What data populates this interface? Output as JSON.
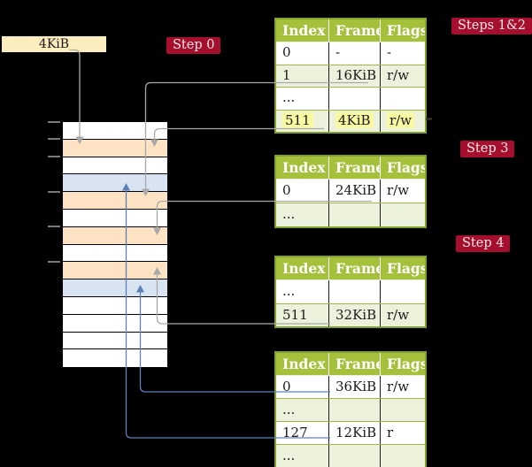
{
  "root_pointer_box": {
    "label": "4KiB"
  },
  "step_labels": {
    "step0": {
      "text": "Step 0"
    },
    "steps12": {
      "text": "Steps 1&2"
    },
    "step3": {
      "text": "Step 3"
    },
    "step4": {
      "text": "Step 4"
    }
  },
  "page_tables": [
    {
      "name": "page-table-steps-1-2",
      "headers": [
        "Index",
        "Frame",
        "Flags"
      ],
      "rows": [
        {
          "cells": [
            "0",
            "-",
            "-"
          ],
          "highlight": false
        },
        {
          "cells": [
            "1",
            "16KiB",
            "r/w"
          ],
          "highlight": false
        },
        {
          "cells": [
            "...",
            "",
            ""
          ],
          "highlight": false
        },
        {
          "cells": [
            "511",
            "4KiB",
            "r/w"
          ],
          "highlight": true
        }
      ]
    },
    {
      "name": "page-table-step-3",
      "headers": [
        "Index",
        "Frame",
        "Flags"
      ],
      "rows": [
        {
          "cells": [
            "0",
            "24KiB",
            "r/w"
          ],
          "highlight": false
        },
        {
          "cells": [
            "...",
            "",
            ""
          ],
          "highlight": false
        }
      ]
    },
    {
      "name": "page-table-step-4",
      "headers": [
        "Index",
        "Frame",
        "Flags"
      ],
      "rows": [
        {
          "cells": [
            "...",
            "",
            ""
          ],
          "highlight": false
        },
        {
          "cells": [
            "511",
            "32KiB",
            "r/w"
          ],
          "highlight": false
        }
      ]
    },
    {
      "name": "page-table-final",
      "headers": [
        "Index",
        "Frame",
        "Flags"
      ],
      "rows": [
        {
          "cells": [
            "0",
            "36KiB",
            "r/w"
          ],
          "highlight": false
        },
        {
          "cells": [
            "...",
            "",
            ""
          ],
          "highlight": false
        },
        {
          "cells": [
            "127",
            "12KiB",
            "r"
          ],
          "highlight": false
        },
        {
          "cells": [
            "...",
            "",
            ""
          ],
          "highlight": false
        }
      ]
    }
  ],
  "memory": {
    "row_colors": [
      "white",
      "orange",
      "white",
      "blue",
      "orange",
      "white",
      "orange",
      "white",
      "orange",
      "blue",
      "white",
      "white",
      "white",
      "white"
    ],
    "tick_count": 6
  },
  "connections": [
    {
      "from": "4KiB root pointer box",
      "to": "memory frame 4KiB",
      "style": "gray"
    },
    {
      "from": "table1 index 1 frame 16KiB",
      "to": "memory frame 16KiB",
      "style": "gray"
    },
    {
      "from": "table1 index 511 frame 4KiB",
      "to": "memory frame 4KiB",
      "style": "gray"
    },
    {
      "from": "table2 index 0 frame 24KiB",
      "to": "memory frame 24KiB",
      "style": "gray"
    },
    {
      "from": "table3 index 511 frame 32KiB",
      "to": "memory frame 32KiB",
      "style": "gray"
    },
    {
      "from": "table4 index 0 frame 36KiB",
      "to": "memory frame 36KiB",
      "style": "blue"
    },
    {
      "from": "table4 index 127 frame 12KiB",
      "to": "memory frame 12KiB",
      "style": "blue"
    }
  ],
  "colors": {
    "background": "#000000",
    "label_red": "#a50f2d",
    "label_text": "#f3e9e9",
    "box_wheat": "#fcedbe",
    "header_green": "#a5c13c",
    "row_green": "#ecf1dc",
    "highlight_yellow": "#fbf8a2",
    "memory_orange": "#fde3c4",
    "memory_blue": "#d8e4f2",
    "memory_white": "#ffffff",
    "arrow_gray": "#a9a9a9",
    "arrow_blue": "#6080b8"
  }
}
